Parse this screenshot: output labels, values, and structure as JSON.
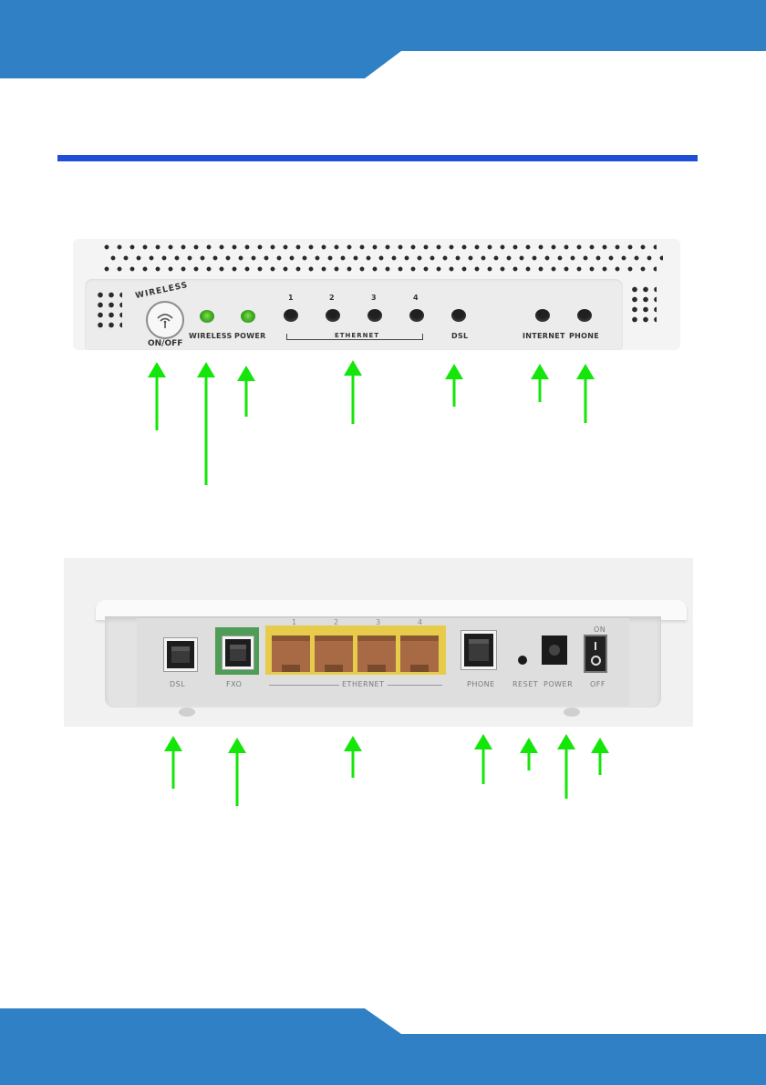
{
  "colors": {
    "band_blue": "#2f80c5",
    "rule_blue": "#1e4fd6",
    "arrow_green": "#14e60a",
    "led_green": "#3fbf1f",
    "dsl_port_frame_green": "#4f9c56",
    "ethernet_frame_yellow": "#e7cb4a"
  },
  "front_panel": {
    "wireless_button": {
      "icon": "wifi-icon",
      "label_top": "WIRELESS",
      "label_bottom": "ON/OFF"
    },
    "leds": [
      {
        "label": "WIRELESS",
        "state": "on",
        "color": "green"
      },
      {
        "label": "POWER",
        "state": "on",
        "color": "green"
      },
      {
        "label": "1",
        "state": "off"
      },
      {
        "label": "2",
        "state": "off"
      },
      {
        "label": "3",
        "state": "off"
      },
      {
        "label": "4",
        "state": "off"
      },
      {
        "label": "DSL",
        "state": "off"
      },
      {
        "label": "INTERNET",
        "state": "off"
      },
      {
        "label": "PHONE",
        "state": "off"
      }
    ],
    "ethernet_group_label": "ETHERNET"
  },
  "rear_panel": {
    "port_numbers": [
      "1",
      "2",
      "3",
      "4"
    ],
    "labels": {
      "dsl": "DSL",
      "fxo": "FXO",
      "ethernet": "ETHERNET",
      "phone": "PHONE",
      "reset": "RESET",
      "power": "POWER",
      "on": "ON",
      "off": "OFF"
    }
  }
}
